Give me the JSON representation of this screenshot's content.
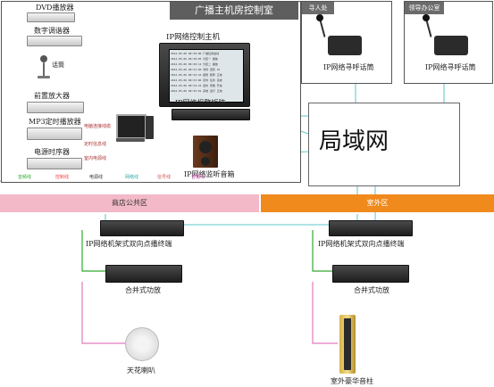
{
  "control_room": {
    "title": "广播主机房控制室"
  },
  "rooms": {
    "reception": {
      "title": "寻人处",
      "device_label": "IP网络寻呼话筒"
    },
    "leader_office": {
      "title": "领导办公室",
      "device_label": "IP网络寻呼话筒"
    }
  },
  "devices": {
    "dvd": "DVD播放器",
    "digital_tuner": "数字调谐器",
    "mic": "话筒",
    "preamp": "前置放大器",
    "mp3_timer": "MP3定时播放器",
    "power_sequencer": "电源时序器",
    "host": "IP网络控制主机",
    "alarm_rack": "IP网络报警矩阵",
    "monitor_speaker": "IP网络监听音箱",
    "cable_computer": "电脑连接线缆",
    "cable_timing": "定时信息线",
    "cable_power": "室内电源线",
    "log_line1": "2012-05-06 08:30:00 广播任务启动",
    "log_line2": "2012-05-06 08:30:05 分区一 播放",
    "log_line3": "2012-05-06 08:30:12 分区二 播放",
    "log_line4": "2012-05-06 08:31:40 寻呼 话筒 01",
    "log_line5": "2012-05-06 08:32:10 报警 矩阵 正常",
    "log_line6": "2012-05-06 08:33:00 定时 任务 完成",
    "log_line7": "2012-05-06 08:34:22 监听 音箱 开启",
    "log_line8": "2012-05-06 08:35:01 系统 运行 正常"
  },
  "lan": {
    "label": "局域网"
  },
  "zones": {
    "mall": {
      "title": "商店公共区",
      "terminal": "IP网络机架式双向点播终端",
      "amp": "合并式功放",
      "speaker": "天花喇叭"
    },
    "outdoor": {
      "title": "室外区",
      "terminal": "IP网络机架式双向点播终端",
      "amp": "合并式功放",
      "speaker": "室外豪华音柱"
    }
  },
  "legend": {
    "line1": "音频线",
    "line2": "控制线",
    "line3": "电源线",
    "line4": "网络线",
    "line5": "信号线",
    "line6": "音箱线"
  },
  "colors": {
    "network_line": "#7fd3d3",
    "audio_line": "#33aa33",
    "control_line": "#ee4444",
    "speaker_line": "#e07bbf",
    "mall_banner": "#f3b9c9",
    "outdoor_banner": "#f08a1c"
  }
}
